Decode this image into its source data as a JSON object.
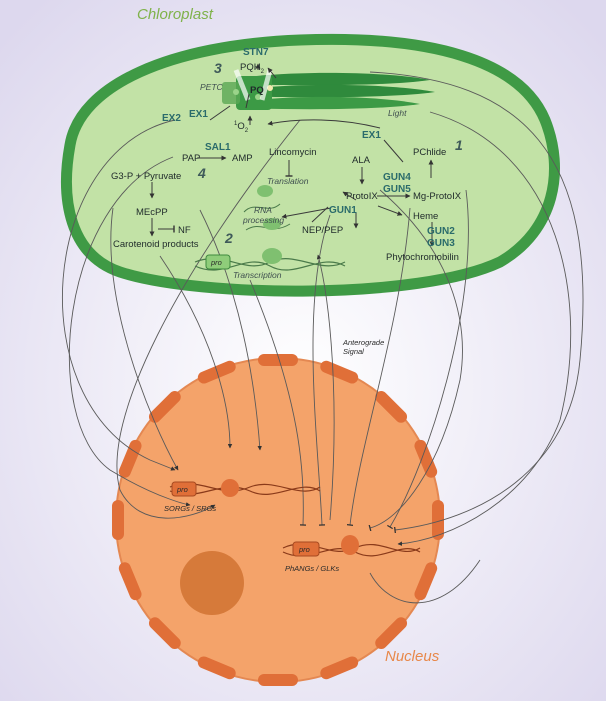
{
  "titles": {
    "chloroplast": "Chloroplast",
    "nucleus": "Nucleus"
  },
  "numbers": {
    "n1": "1",
    "n2": "2",
    "n3": "3",
    "n4": "4"
  },
  "labels": {
    "stn7": "STN7",
    "pqh2": "PQH",
    "pqh2_sub": "2",
    "pq": "PQ",
    "petc": "PETC",
    "ex1_top": "EX1",
    "ex2": "EX2",
    "singlet_o2": "O",
    "singlet_sup": "1",
    "singlet_sub": "2",
    "light": "Light",
    "sal1": "SAL1",
    "pap": "PAP",
    "amp": "AMP",
    "lincomycin": "Lincomycin",
    "translation": "Translation",
    "ala": "ALA",
    "ex1_right": "EX1",
    "pchlide": "PChlide",
    "g3p": "G3-P + Pyruvate",
    "mecpp": "MEcPP",
    "nf": "NF",
    "carotenoid": "Carotenoid products",
    "rna_processing_1": "RNA",
    "rna_processing_2": "processing",
    "gun1": "GUN1",
    "gun4": "GUN4",
    "gun5": "GUN5",
    "protoix": "ProtoIX",
    "mgprotoix": "Mg-ProtoIX",
    "heme": "Heme",
    "gun2": "GUN2",
    "gun3": "GUN3",
    "phytochromobilin": "Phytochromobilin",
    "nep_pep": "NEP/PEP",
    "pro_chloro": "pro",
    "transcription": "Transcription",
    "anterograde_1": "Anterograde",
    "anterograde_2": "Signal",
    "pro_nuc1": "pro",
    "sorgs": "SORGs / SRGs",
    "pro_nuc2": "pro",
    "phangs": "PhANGs / GLKs"
  },
  "colors": {
    "background": "#e9e6f3",
    "chloro_outer": "#3f9a45",
    "chloro_inner": "#c2e2a6",
    "thylakoid": "#2f8a3c",
    "nucleus_fill": "#f4a36a",
    "nucleus_pore": "#e06f38",
    "nucleolus": "#d67a3a",
    "teal_text": "#2a6b6b"
  }
}
